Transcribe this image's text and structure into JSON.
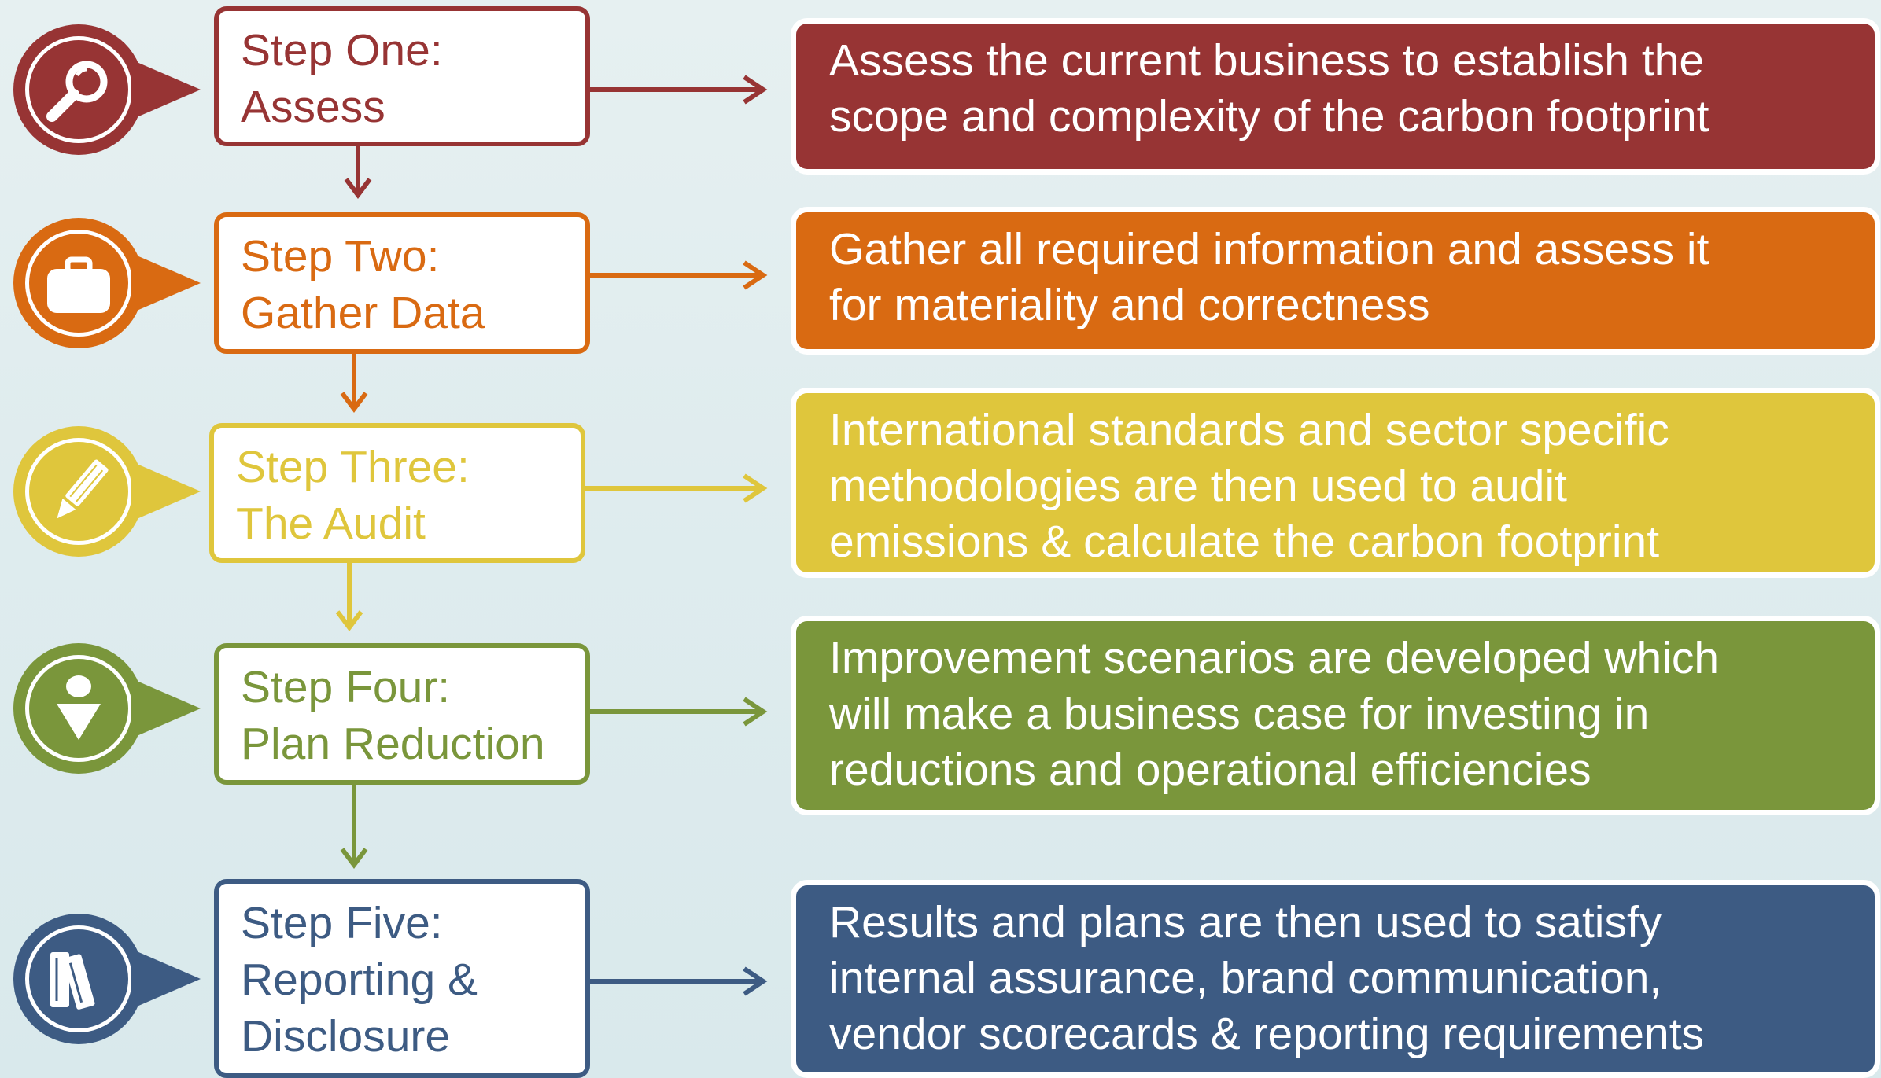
{
  "colors": {
    "step1": "#973434",
    "step2": "#d96a12",
    "step3": "#dfc63c",
    "step4": "#7a963b",
    "step5": "#3d5b83"
  },
  "steps": [
    {
      "icon": "magnifier-icon",
      "title_lines": [
        "Step One:",
        "Assess"
      ],
      "description_lines": [
        "Assess the current business to establish the",
        "scope and complexity of the carbon footprint"
      ]
    },
    {
      "icon": "briefcase-icon",
      "title_lines": [
        "Step Two:",
        "Gather Data"
      ],
      "description_lines": [
        "Gather all required information and assess it",
        "for materiality and correctness"
      ]
    },
    {
      "icon": "pencil-icon",
      "title_lines": [
        "Step Three:",
        "The Audit"
      ],
      "description_lines": [
        "International standards and sector specific",
        "methodologies are then used to audit",
        "emissions & calculate the carbon footprint"
      ]
    },
    {
      "icon": "reduction-arrow-icon",
      "title_lines": [
        "Step Four:",
        "Plan Reduction"
      ],
      "description_lines": [
        "Improvement scenarios are developed which",
        "will make a business case for investing in",
        "reductions and operational efficiencies"
      ]
    },
    {
      "icon": "books-icon",
      "title_lines": [
        "Step Five:",
        "Reporting &",
        "Disclosure"
      ],
      "description_lines": [
        "Results and plans are then used to satisfy",
        "internal assurance, brand communication,",
        "vendor scorecards & reporting requirements"
      ]
    }
  ]
}
